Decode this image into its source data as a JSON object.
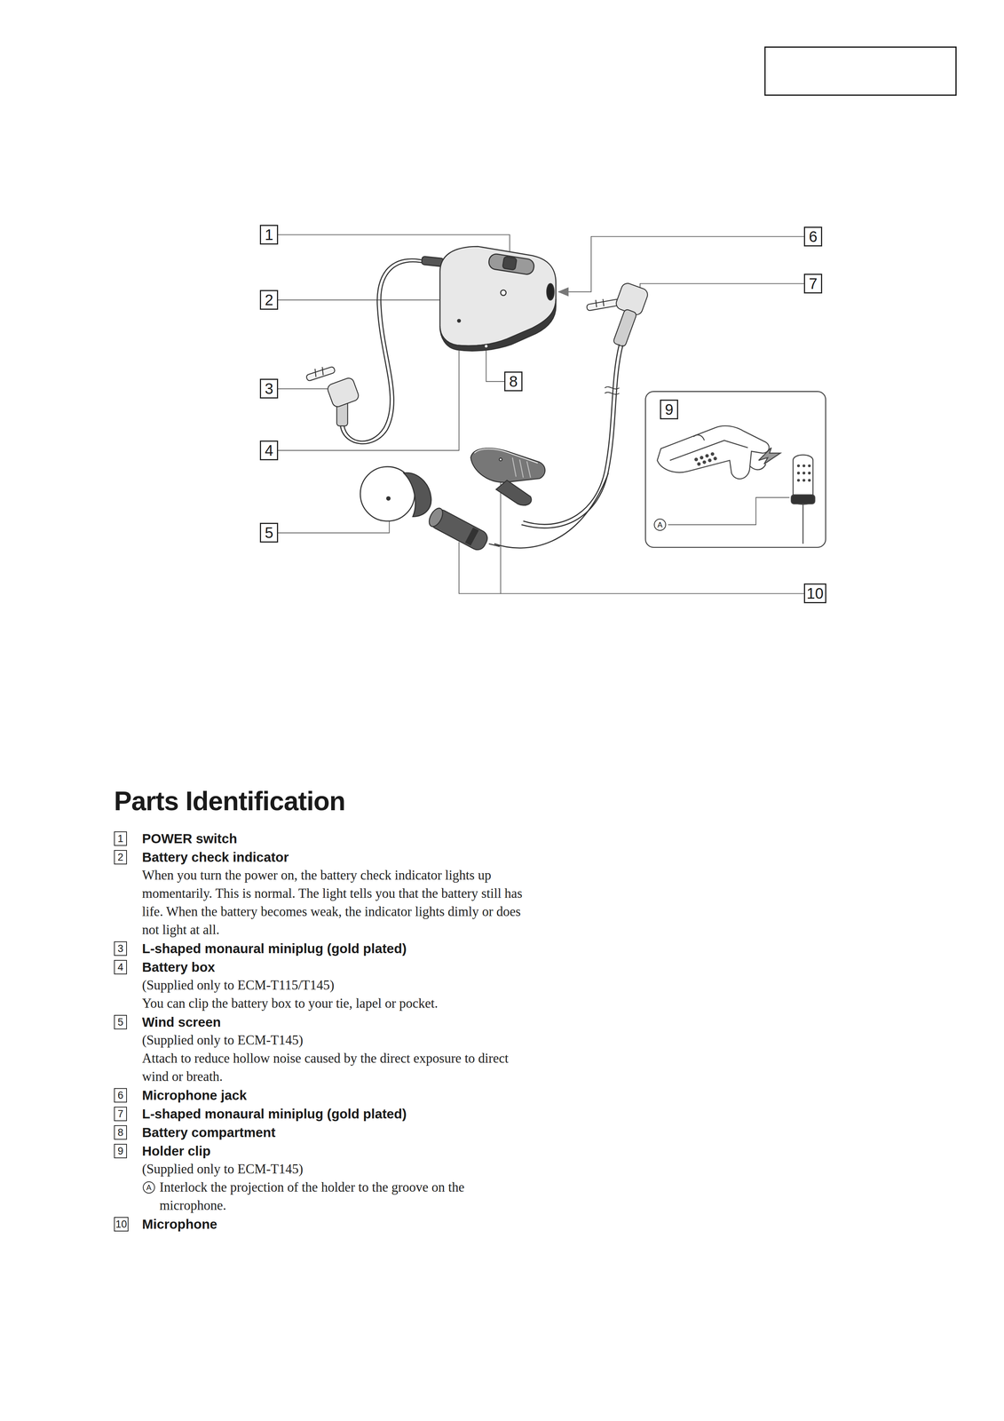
{
  "diagram": {
    "title": "Parts Identification",
    "labels": [
      "1",
      "2",
      "3",
      "4",
      "5",
      "6",
      "7",
      "8",
      "9",
      "10",
      "A",
      "1",
      "POWER switch",
      "2",
      "Battery check indicator",
      "When you turn the power on, the battery check indicator lights up momentarily. This is normal. The light tells you that the battery still has life. When the battery becomes weak, the indicator lights dimly or does not light at all.",
      "3",
      "L-shaped monaural miniplug (gold plated)",
      "4",
      "Battery box",
      "(Supplied only to ECM-T115/T145)",
      "You can clip the battery box to your tie, lapel or pocket.",
      "5",
      "Wind screen",
      "(Supplied only to ECM-T145)",
      "Attach to reduce hollow noise caused by the direct exposure to direct wind or breath.",
      "6",
      "Microphone jack",
      "7",
      "L-shaped monaural miniplug (gold plated)",
      "8",
      "Battery compartment",
      "9",
      "Holder clip",
      "(Supplied only to ECM-T145)",
      "A",
      "Interlock the projection of the holder to the groove on the microphone.",
      "10",
      "Microphone"
    ]
  }
}
